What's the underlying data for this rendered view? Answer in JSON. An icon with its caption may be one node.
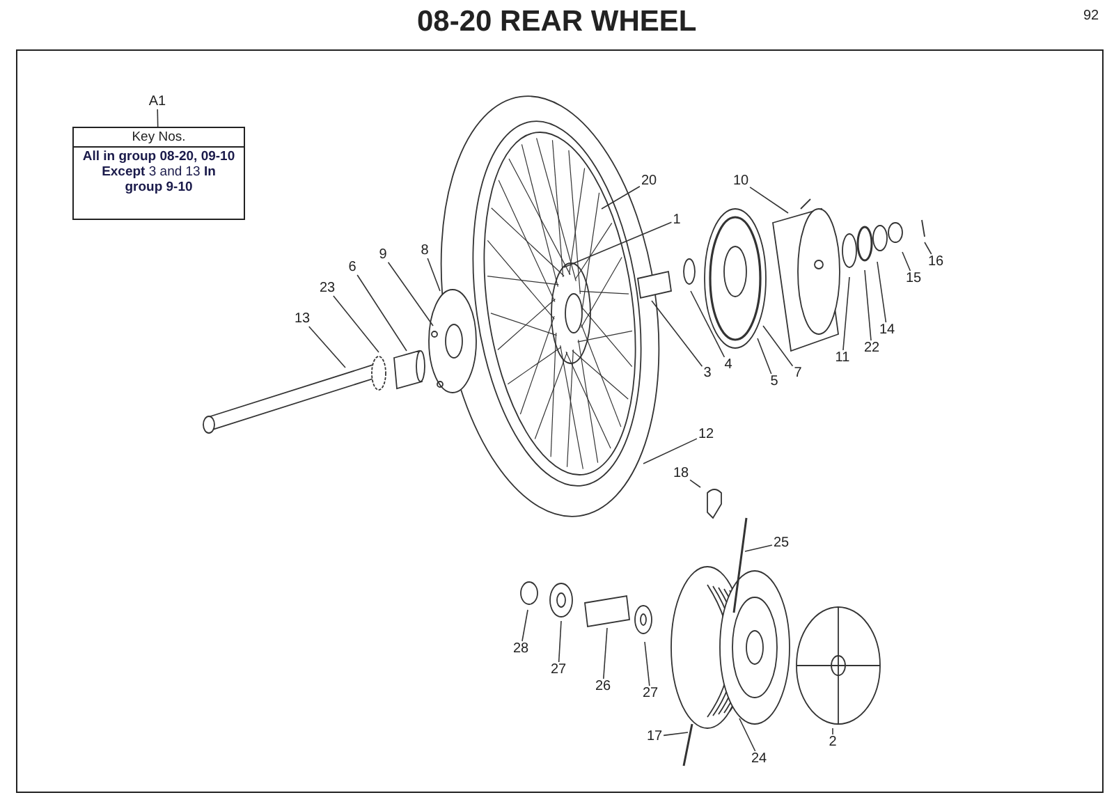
{
  "diagram": {
    "title": "08-20 REAR WHEEL",
    "nodes": [
      {
        "text": [
          "A1"
        ]
      },
      {
        "text": [
          "Key Nos.",
          "**All in group 08-20, 09-10 Except** 3 and 13 **In group 9-10**"
        ]
      },
      {
        "text": [
          "10"
        ]
      },
      {
        "text": [
          "20"
        ]
      },
      {
        "text": [
          "1"
        ]
      },
      {
        "text": [
          "8"
        ]
      },
      {
        "text": [
          "9"
        ]
      },
      {
        "text": [
          "6"
        ]
      },
      {
        "text": [
          "23"
        ]
      },
      {
        "text": [
          "15"
        ]
      },
      {
        "text": [
          "13"
        ]
      },
      {
        "text": [
          "16"
        ]
      },
      {
        "text": [
          "14"
        ]
      },
      {
        "text": [
          "22"
        ]
      },
      {
        "text": [
          "11"
        ]
      },
      {
        "text": [
          "4"
        ]
      },
      {
        "text": [
          "3"
        ]
      },
      {
        "text": [
          "7"
        ]
      },
      {
        "text": [
          "5"
        ]
      },
      {
        "text": [
          "12"
        ]
      },
      {
        "text": [
          "18"
        ]
      },
      {
        "text": [
          "25"
        ]
      },
      {
        "text": [
          "28"
        ]
      },
      {
        "text": [
          "27"
        ]
      },
      {
        "text": [
          "26"
        ]
      },
      {
        "text": [
          "27"
        ]
      },
      {
        "text": [
          "2"
        ]
      },
      {
        "text": [
          "17"
        ]
      },
      {
        "text": [
          "24"
        ]
      }
    ],
    "edges": [
      {
        "from": 0,
        "to": 1,
        "arrow": "none"
      },
      {
        "from": 2,
        "to": null,
        "arrow": "none"
      },
      {
        "from": 3,
        "to": null,
        "arrow": "none"
      },
      {
        "from": 4,
        "to": null,
        "arrow": "none"
      },
      {
        "from": 5,
        "to": null,
        "arrow": "none"
      },
      {
        "from": 6,
        "to": null,
        "arrow": "none"
      },
      {
        "from": 7,
        "to": null,
        "arrow": "none"
      },
      {
        "from": 8,
        "to": null,
        "arrow": "none"
      },
      {
        "from": 9,
        "to": null,
        "arrow": "none"
      },
      {
        "from": 10,
        "to": null,
        "arrow": "none"
      },
      {
        "from": 11,
        "to": null,
        "arrow": "none"
      },
      {
        "from": 12,
        "to": null,
        "arrow": "none"
      },
      {
        "from": 13,
        "to": null,
        "arrow": "none"
      },
      {
        "from": 14,
        "to": null,
        "arrow": "none"
      },
      {
        "from": 15,
        "to": null,
        "arrow": "none"
      },
      {
        "from": 16,
        "to": null,
        "arrow": "none"
      },
      {
        "from": 17,
        "to": null,
        "arrow": "none"
      },
      {
        "from": 18,
        "to": null,
        "arrow": "none"
      },
      {
        "from": 19,
        "to": null,
        "arrow": "none"
      },
      {
        "from": 20,
        "to": null,
        "arrow": "none"
      },
      {
        "from": 21,
        "to": null,
        "arrow": "none"
      },
      {
        "from": 22,
        "to": null,
        "arrow": "none"
      },
      {
        "from": 23,
        "to": null,
        "arrow": "none"
      },
      {
        "from": 24,
        "to": null,
        "arrow": "none"
      },
      {
        "from": 25,
        "to": null,
        "arrow": "none"
      },
      {
        "from": 26,
        "to": null,
        "arrow": "none"
      },
      {
        "from": 27,
        "to": null,
        "arrow": "none"
      },
      {
        "from": 28,
        "to": null,
        "arrow": "none"
      }
    ],
    "labels": [
      "92"
    ]
  }
}
